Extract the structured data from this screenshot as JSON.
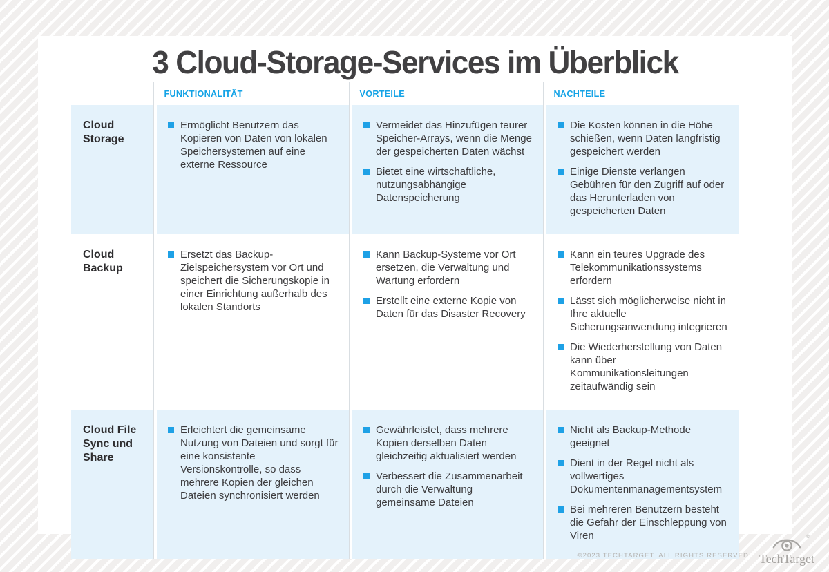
{
  "title": "3 Cloud-Storage-Services im Überblick",
  "table": {
    "headers": [
      "FUNKTIONALITÄT",
      "VORTEILE",
      "NACHTEILE"
    ],
    "rows": [
      {
        "label": "Cloud Storage",
        "funktionalitaet": [
          "Ermöglicht Benutzern das Kopieren von Daten von lokalen Speichersystemen auf eine externe Ressource"
        ],
        "vorteile": [
          "Vermeidet das Hinzufügen teurer Speicher-Arrays, wenn die Menge der gespeicherten Daten wächst",
          "Bietet eine wirtschaftliche, nutzungsabhängige Datenspeicherung"
        ],
        "nachteile": [
          "Die Kosten können in die Höhe schießen, wenn Daten langfristig gespeichert werden",
          "Einige Dienste verlangen Gebühren für den Zugriff auf oder das Herunterladen von gespeicherten Daten"
        ]
      },
      {
        "label": "Cloud Backup",
        "funktionalitaet": [
          "Ersetzt das Backup-Zielspeichersystem vor Ort und speichert die Sicherungskopie in einer Einrichtung außerhalb des lokalen Standorts"
        ],
        "vorteile": [
          "Kann Backup-Systeme vor Ort ersetzen, die Verwaltung und Wartung erfordern",
          "Erstellt eine externe Kopie von Daten für das Disaster Recovery"
        ],
        "nachteile": [
          "Kann ein teures Upgrade des Telekommunikationssystems erfordern",
          "Lässt sich möglicherweise nicht in Ihre aktuelle Sicherungsanwendung integrieren",
          "Die Wiederherstellung von Daten kann über Kommunikationsleitungen zeitaufwändig sein"
        ]
      },
      {
        "label": "Cloud File Sync und Share",
        "funktionalitaet": [
          "Erleichtert die gemeinsame Nutzung von Dateien und sorgt für eine konsistente Versionskontrolle, so dass mehrere Kopien der gleichen Dateien synchronisiert werden"
        ],
        "vorteile": [
          "Gewährleistet, dass mehrere Kopien derselben Daten gleichzeitig aktualisiert werden",
          "Verbessert die Zusammenarbeit durch die Verwaltung gemeinsame Dateien"
        ],
        "nachteile": [
          "Nicht als Backup-Methode geeignet",
          "Dient in der Regel nicht als vollwertiges Dokumentenmanagementsystem",
          "Bei mehreren Benutzern besteht die Gefahr der Einschleppung von Viren"
        ]
      }
    ]
  },
  "footer": {
    "copyright": "©2023 TECHTARGET. ALL RIGHTS RESERVED",
    "brand": "TechTarget",
    "registered_mark": "®"
  },
  "colors": {
    "accent_cyan": "#14a3e6",
    "bullet_cyan": "#1ea1e6",
    "title_gray": "#414042",
    "body_text": "#3d3c3e",
    "row_blue": "#e4f2fb",
    "card_white": "#ffffff",
    "stripe_base": "#f1efee",
    "separator": "#d9dee2",
    "footer_gray": "#b3b1ae",
    "logo_gray": "#a5a3a0"
  }
}
